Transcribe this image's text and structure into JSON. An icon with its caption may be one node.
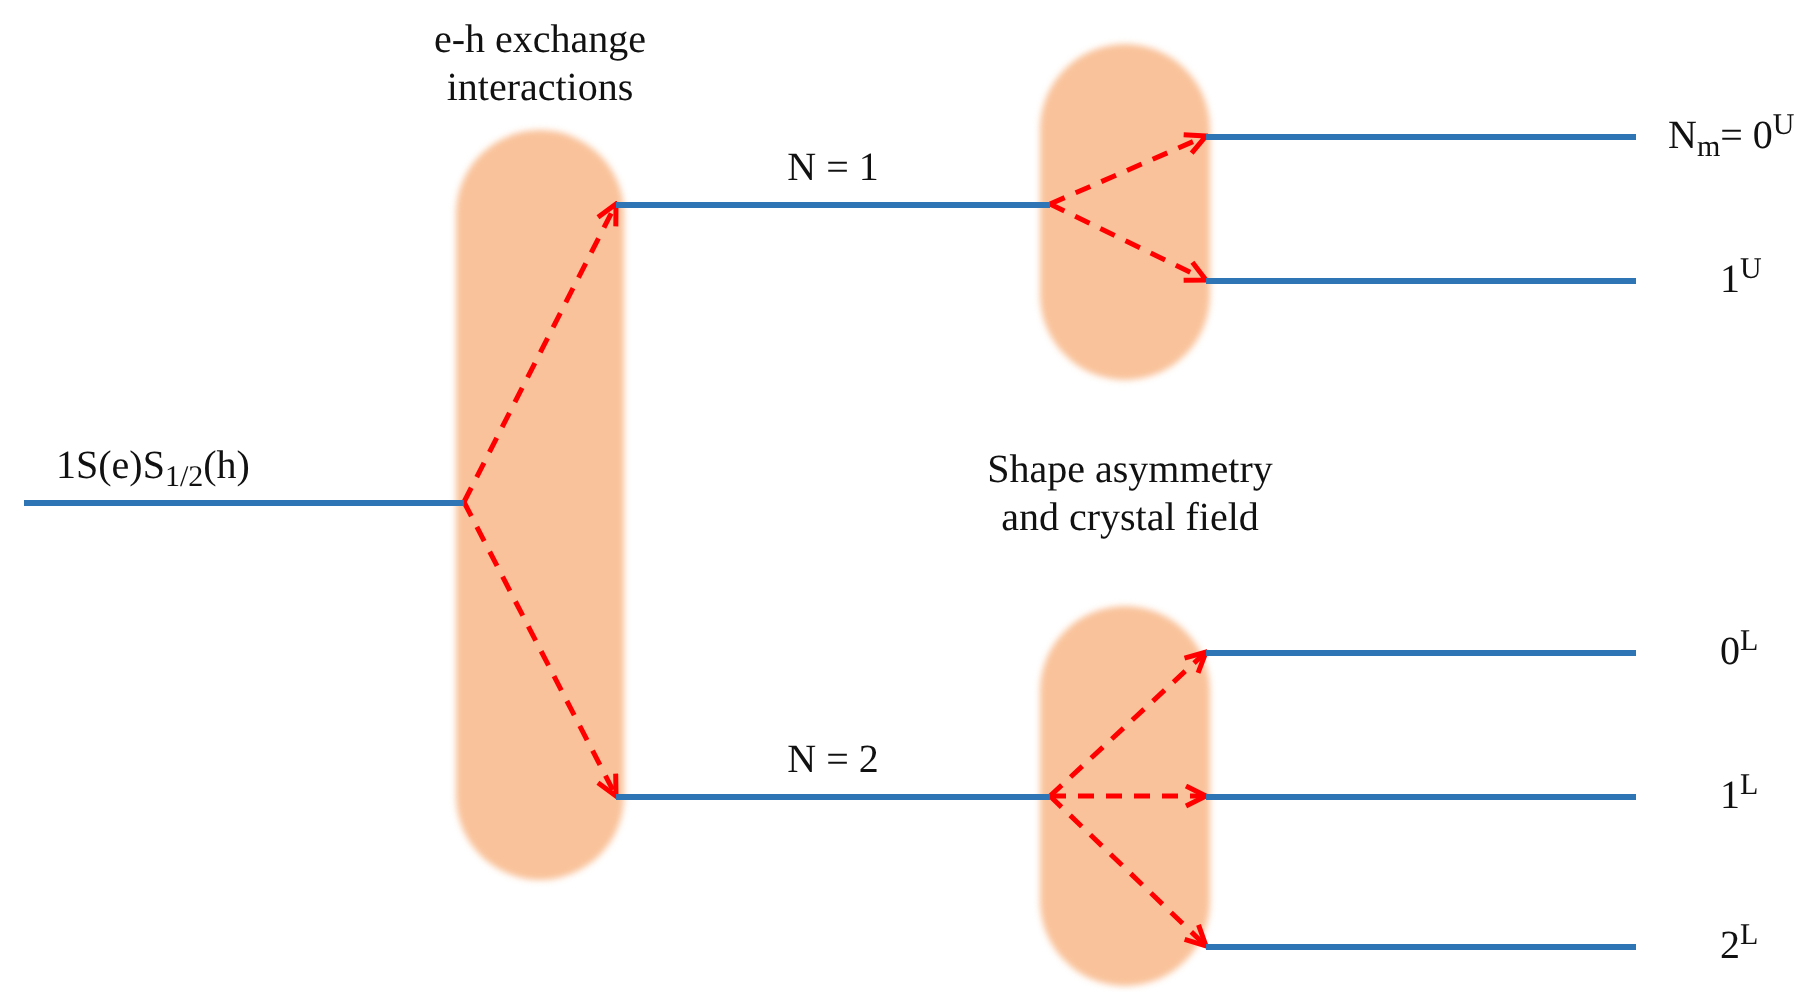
{
  "diagram": {
    "nodes": [
      {
        "text": [
          "1S(e)S$_{1/2}$(h)"
        ]
      },
      {
        "text": [
          "N = 1"
        ]
      },
      {
        "text": [
          "N = 2"
        ]
      },
      {
        "text": [
          "N$_{m}$= 0$^{U}$"
        ]
      },
      {
        "text": [
          "1$^{U}$"
        ]
      },
      {
        "text": [
          "0$^{L}$"
        ]
      },
      {
        "text": [
          "1$^{L}$"
        ]
      },
      {
        "text": [
          "2$^{L}$"
        ]
      }
    ],
    "edges": [
      {
        "from": 0,
        "to": 1,
        "arrow": "to",
        "style": "dashed"
      },
      {
        "from": 0,
        "to": 2,
        "arrow": "to",
        "style": "dashed"
      },
      {
        "from": 1,
        "to": 3,
        "arrow": "to",
        "style": "dashed"
      },
      {
        "from": 1,
        "to": 4,
        "arrow": "to",
        "style": "dashed"
      },
      {
        "from": 2,
        "to": 5,
        "arrow": "to",
        "style": "dashed"
      },
      {
        "from": 2,
        "to": 6,
        "arrow": "to",
        "style": "dashed"
      },
      {
        "from": 2,
        "to": 7,
        "arrow": "to",
        "style": "dashed"
      }
    ],
    "labels": [
      "e-h exchange interactions",
      "Shape asymmetry and crystal field"
    ]
  }
}
